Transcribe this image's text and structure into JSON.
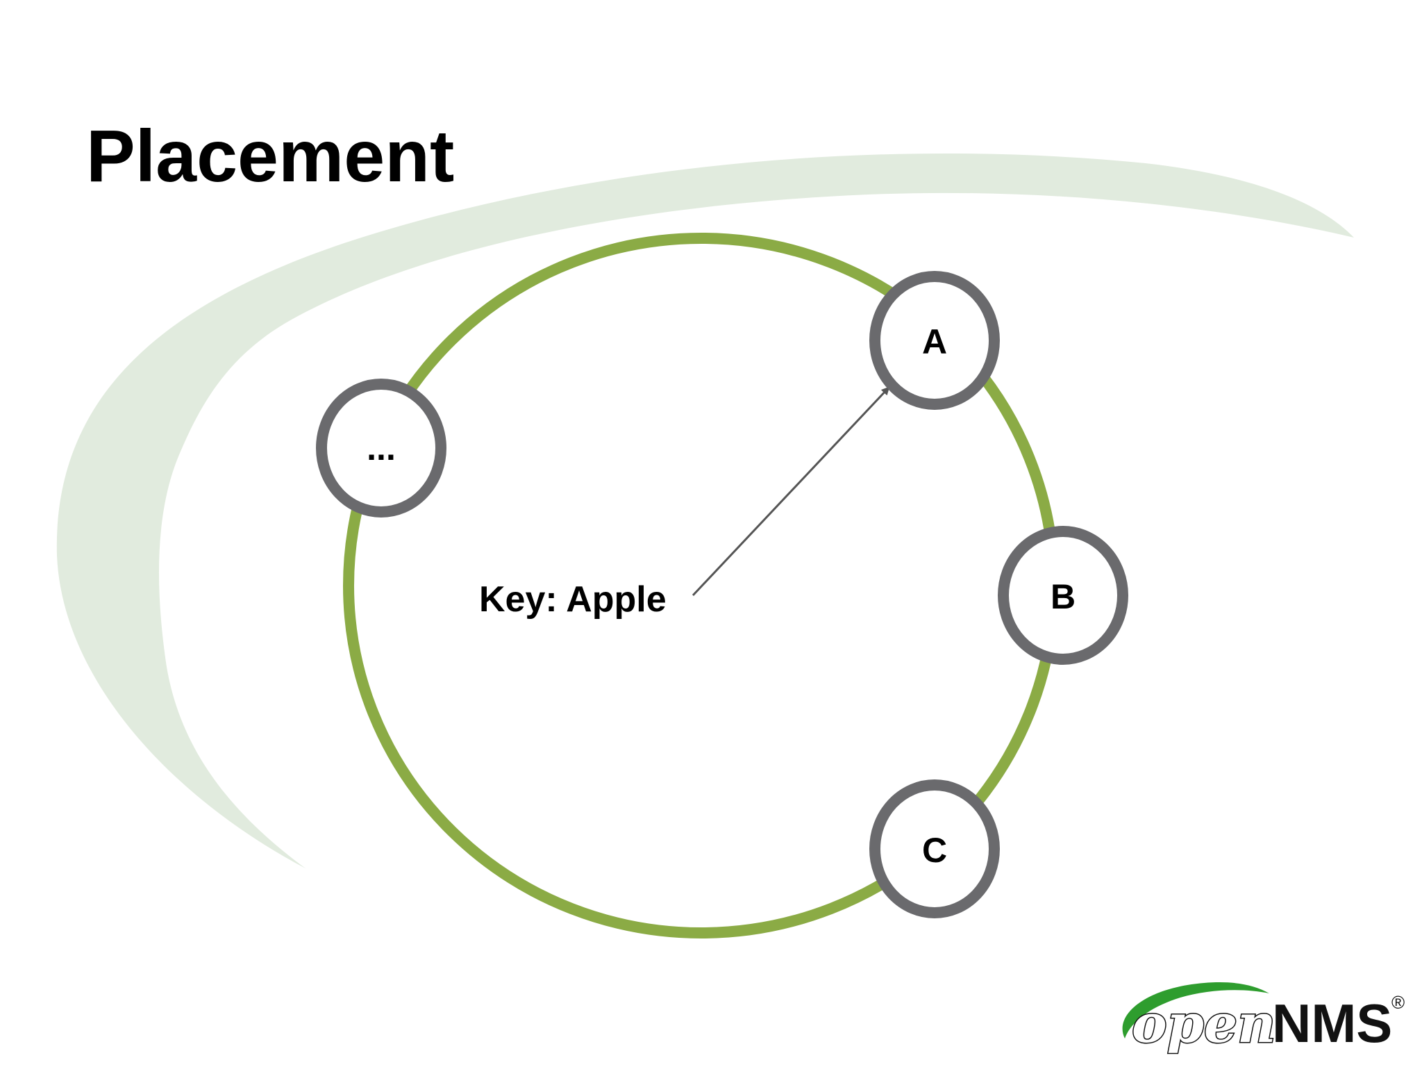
{
  "slide": {
    "title": "Placement"
  },
  "diagram": {
    "ring_color": "#8bab45",
    "node_stroke_color": "#6a6a6d",
    "arrow_color": "#555555",
    "background_swoosh_color": "#dfeadc",
    "nodes": [
      {
        "id": "a",
        "label": "A"
      },
      {
        "id": "b",
        "label": "B"
      },
      {
        "id": "c",
        "label": "C"
      },
      {
        "id": "more",
        "label": "..."
      }
    ],
    "key": {
      "label": "Key: Apple",
      "points_to": "A"
    }
  },
  "logo": {
    "open_text": "open",
    "nms_text": "NMS",
    "registered_mark": "®",
    "swoosh_color": "#2e9d2e"
  }
}
